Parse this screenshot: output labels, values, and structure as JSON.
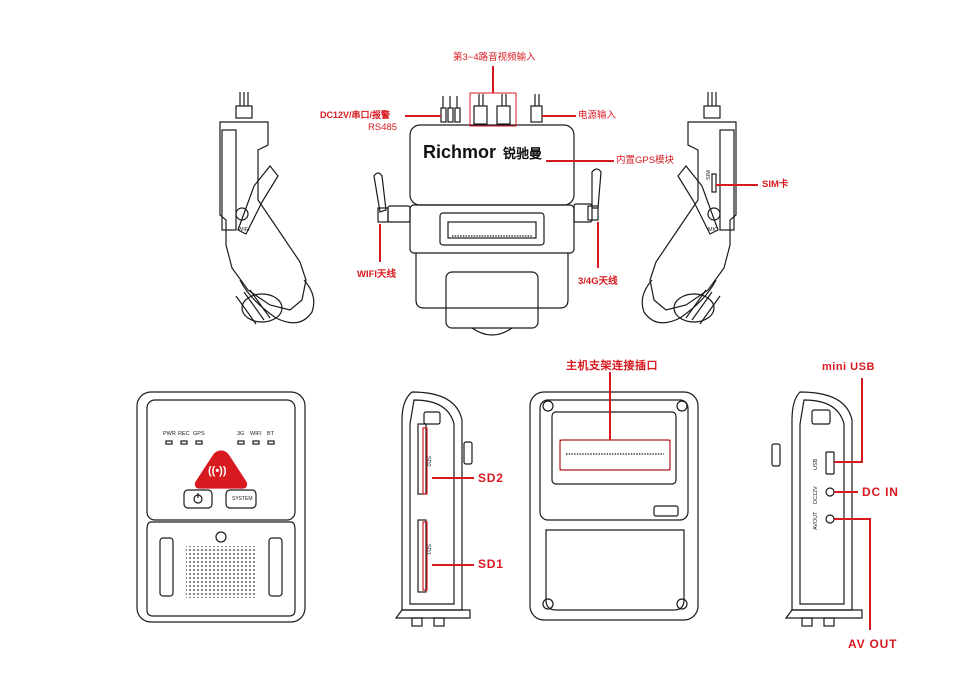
{
  "brand": {
    "name": "Richmor",
    "cn": "锐驰曼"
  },
  "colors": {
    "callout": "#d71920",
    "outline": "#1a1a1a",
    "alarm": "#d71920"
  },
  "labels": {
    "av_input_34": "第3~4路音视频输入",
    "dc12v": "DC12V/串口/报警",
    "rs485": "RS485",
    "power_input": "电源输入",
    "gps_module": "内置GPS模块",
    "sim_card": "SIM卡",
    "wifi_antenna": "WIFI天线",
    "antenna_3g4g": "3/4G天线",
    "mount_interface": "主机支架连接插口",
    "mini_usb": "mini USB",
    "dc_in": "DC IN",
    "av_out": "AV OUT",
    "sd2": "SD2",
    "sd1": "SD1"
  },
  "front_panel": {
    "leds": [
      "PWR",
      "REC",
      "GPS",
      "3G",
      "WIFI",
      "BT"
    ],
    "alarm_button": "((•))",
    "power_button": "power-icon",
    "wifi_button_text": "SYSTEM"
  },
  "side_marks": {
    "sd2": "SD2",
    "sd1": "SD1",
    "usb": "USB",
    "dc12v": "DC12V",
    "avout": "AVOUT",
    "wifi": "WIFI",
    "sim": "SIM",
    "mic": "MIC"
  }
}
